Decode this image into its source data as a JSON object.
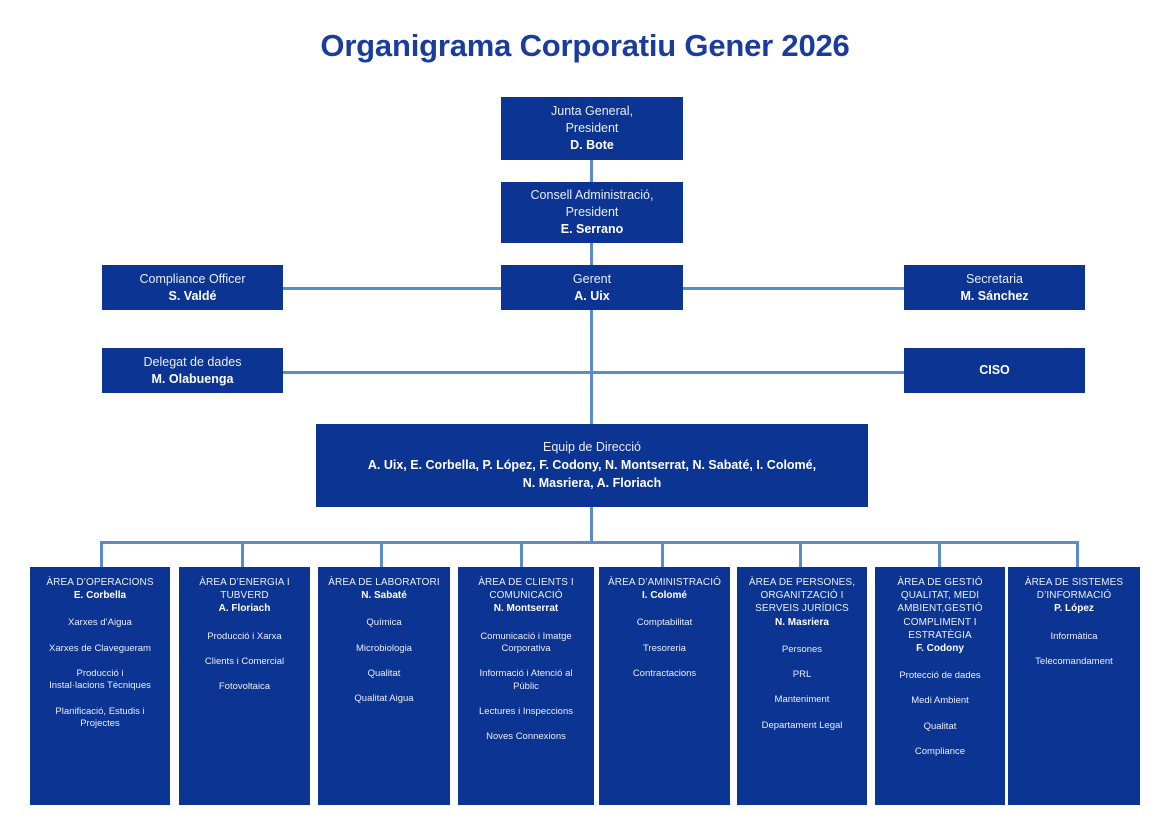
{
  "title": "Organigrama Corporatiu Gener 2026",
  "colors": {
    "box_fill": "#0C3492",
    "connector": "#5B8BC9",
    "title_text": "#1A3C9C",
    "box_text": "#FFFFFF",
    "page_background": "#FFFFFF"
  },
  "nodes": {
    "junta": {
      "role": "Junta General,\nPresident",
      "role_line1": "Junta General,",
      "role_line2": "President",
      "person": "D. Bote"
    },
    "consell": {
      "role_line1": "Consell Administració,",
      "role_line2": "President",
      "person": "E. Serrano"
    },
    "gerent": {
      "role_line1": "Gerent",
      "person": "A. Uix"
    },
    "compliance_officer": {
      "role_line1": "Compliance Officer",
      "person": "S. Valdé"
    },
    "secretaria": {
      "role_line1": "Secretaria",
      "person": "M. Sánchez"
    },
    "delegat_dades": {
      "role_line1": "Delegat de dades",
      "person": "M. Olabuenga"
    },
    "ciso": {
      "person": "CISO"
    },
    "equip_direccio": {
      "role_line1": "Equip de Direcció",
      "person_line1": "A. Uix, E. Corbella, P. López, F. Codony, N. Montserrat, N. Sabaté, I. Colomé,",
      "person_line2": "N. Masriera, A. Floriach"
    }
  },
  "departments": [
    {
      "title_lines": [
        "ÀREA D’OPERACIONS"
      ],
      "head": "E. Corbella",
      "items": [
        "Xarxes d’Aigua",
        "Xarxes de Clavegueram",
        "Producció i\nInstal·lacions Tècniques",
        "Planificació, Estudis i\nProjectes"
      ]
    },
    {
      "title_lines": [
        "ÀREA D’ENERGIA I",
        "TUBVERD"
      ],
      "head": "A. Floriach",
      "items": [
        "Producció i Xarxa",
        "Clients i Comercial",
        "Fotovoltaica"
      ]
    },
    {
      "title_lines": [
        "ÀREA DE LABORATORI"
      ],
      "head": "N. Sabaté",
      "items": [
        "Química",
        "Microbiologia",
        "Qualitat",
        "Qualitat Aigua"
      ]
    },
    {
      "title_lines": [
        "ÀREA DE CLIENTS I",
        "COMUNICACIÓ"
      ],
      "head": "N. Montserrat",
      "items": [
        "Comunicació i Imatge\nCorporativa",
        "Informació i Atenció al\nPúblic",
        "Lectures i Inspeccions",
        "Noves Connexions"
      ]
    },
    {
      "title_lines": [
        "ÀREA D’AMINISTRACIÓ"
      ],
      "head": "I. Colomé",
      "items": [
        "Comptabilitat",
        "Tresoreria",
        "Contractacions"
      ]
    },
    {
      "title_lines": [
        "ÀREA DE PERSONES,",
        "ORGANITZACIÓ I",
        "SERVEIS JURÍDICS"
      ],
      "head": "N. Masriera",
      "items": [
        "Persones",
        "PRL",
        "Manteniment",
        "Departament Legal"
      ]
    },
    {
      "title_lines": [
        "ÀREA DE GESTIÓ",
        "QUALITAT, MEDI",
        "AMBIENT,GESTIÓ",
        "COMPLIMENT I",
        "ESTRATÈGIA"
      ],
      "head": "F. Codony",
      "items": [
        "Protecció de dades",
        "Medi Ambient",
        "Qualitat",
        "Compliance"
      ]
    },
    {
      "title_lines": [
        "ÀREA DE SISTEMES",
        "D’INFORMACIÓ"
      ],
      "head": "P. López",
      "items": [
        "Informàtica",
        "Telecomandament"
      ]
    }
  ]
}
